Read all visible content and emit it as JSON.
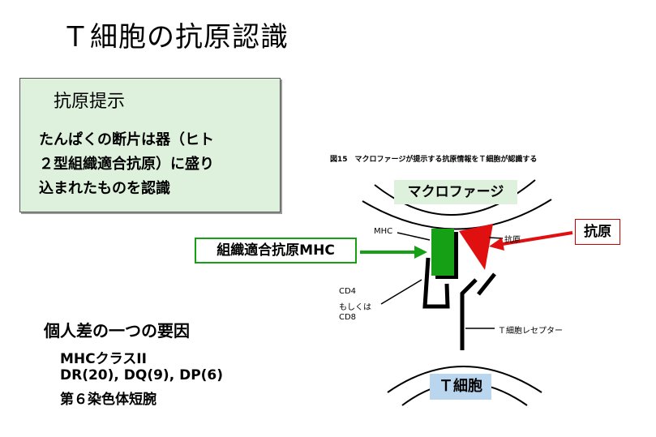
{
  "title": "Ｔ細胞の抗原認識",
  "info_box": {
    "heading": "抗原提示",
    "lines": [
      "たんぱくの断片は器（ヒト",
      "２型組織適合抗原）に盛り",
      "込まれたものを認識"
    ]
  },
  "factors": {
    "title": "個人差の一つの要因",
    "items": [
      "MHCクラスII",
      "DR(20), DQ(9), DP(6)",
      "第６染色体短腕"
    ]
  },
  "figure": {
    "caption": "図15　マクロファージが提示する抗原情報をＴ細胞が認識する",
    "macrophage_label": "マクロファージ",
    "t_cell_label": "Ｔ細胞",
    "antigen_label": "抗原",
    "mhc_callout": "組織適合抗原MHC",
    "mhc_small": "MHC",
    "antigen_small": "抗原",
    "cd_lines": [
      "CD4",
      "もしくは",
      "CD8"
    ],
    "receptor_label": "Ｔ細胞レセプター"
  },
  "colors": {
    "box_bg": "#ddf1dd",
    "mhc_green": "#16a016",
    "antigen_red": "#e01010",
    "tcell_bg": "#b9d6ee"
  }
}
